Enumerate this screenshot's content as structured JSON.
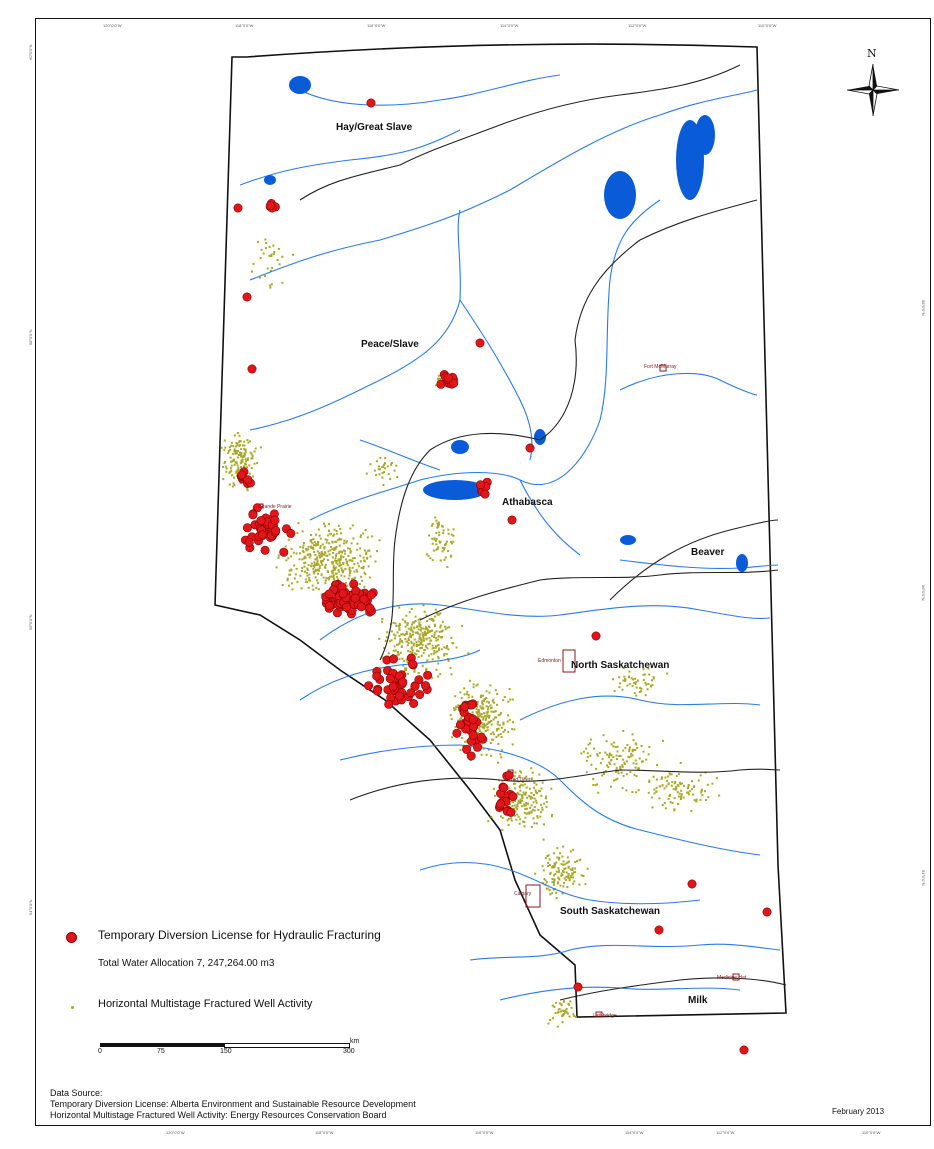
{
  "map": {
    "regions": [
      {
        "name": "Hay/Great Slave"
      },
      {
        "name": "Peace/Slave"
      },
      {
        "name": "Athabasca"
      },
      {
        "name": "Beaver"
      },
      {
        "name": "North Saskatchewan"
      },
      {
        "name": "South Saskatchewan"
      },
      {
        "name": "Milk"
      }
    ],
    "cities": [
      {
        "name": "Grande Prairie"
      },
      {
        "name": "Fort McMurray"
      },
      {
        "name": "Edmonton"
      },
      {
        "name": "Red Deer"
      },
      {
        "name": "Calgary"
      },
      {
        "name": "Medicine Hat"
      },
      {
        "name": "Lethbridge"
      }
    ],
    "top_ticks": [
      "120°0'0\"W",
      "118°0'0\"W",
      "116°0'0\"W",
      "114°0'0\"W",
      "112°0'0\"W",
      "110°0'0\"W"
    ],
    "bottom_ticks": [
      "120°0'0\"W",
      "118°0'0\"W",
      "116°0'0\"W",
      "114°0'0\"W",
      "112°0'0\"W",
      "110°0'0\"W"
    ],
    "left_ticks": [
      "60°0'0\"N",
      "58°0'0\"N",
      "56°0'0\"N",
      "54°0'0\"N"
    ],
    "right_ticks": [
      "58°0'0\"N",
      "56°0'0\"N",
      "54°0'0\"N"
    ],
    "north_label": "N",
    "colors": {
      "license_dot": "#e0161a",
      "license_dot_stroke": "#8a0000",
      "well_dot": "#a8a82a",
      "water": "#0a5bd8",
      "river": "#2a7ae8",
      "boundary": "#222222",
      "city_box": "#8a1a1a"
    }
  },
  "legend": {
    "license_label": "Temporary Diversion License for Hydraulic Fracturing",
    "allocation_label": "Total Water Allocation 7, 247,264.00 m3",
    "well_label": "Horizontal Multistage Fractured Well Activity"
  },
  "scale": {
    "ticks": [
      "0",
      "75",
      "150",
      "300"
    ],
    "unit": "km"
  },
  "source": {
    "heading": "Data Source:",
    "line1": "Temporary Diversion License: Alberta Environment and Sustainable Resource Development",
    "line2": "Horizontal Multistage Fractured Well Activity: Energy Resources Conservation Board"
  },
  "date": "February 2013"
}
